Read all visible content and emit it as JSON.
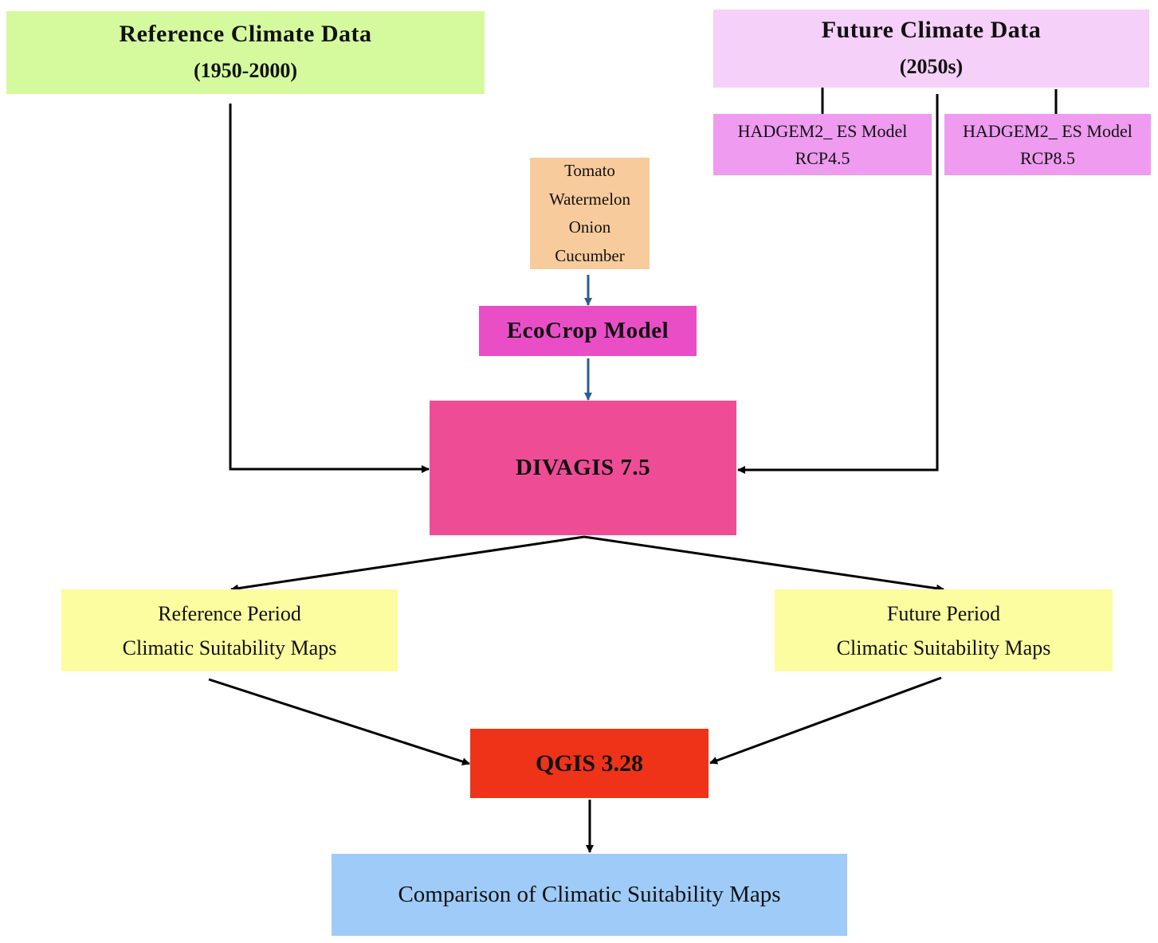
{
  "diagram": {
    "reference_data": {
      "title": "Reference Climate Data",
      "period": "(1950-2000)",
      "color": "#d5fa9e"
    },
    "future_data": {
      "title": "Future Climate Data",
      "period": "(2050s)",
      "color": "#f5d0f8"
    },
    "future_models": [
      {
        "model": "HADGEM2_ ES Model",
        "scenario": "RCP4.5",
        "color": "#ee9bf0"
      },
      {
        "model": "HADGEM2_ ES Model",
        "scenario": "RCP8.5",
        "color": "#ee9bf0"
      }
    ],
    "crops": {
      "items": [
        "Tomato",
        "Watermelon",
        "Onion",
        "Cucumber"
      ],
      "color": "#f7cb9c"
    },
    "ecocrop": {
      "label": "EcoCrop Model",
      "color": "#ea4ec7"
    },
    "divagis": {
      "label": "DIVAGIS 7.5",
      "color": "#ee4d96"
    },
    "reference_maps": {
      "line1": "Reference Period",
      "line2": "Climatic Suitability Maps",
      "color": "#fcfca0"
    },
    "future_maps": {
      "line1": "Future Period",
      "line2": "Climatic Suitability Maps",
      "color": "#fcfca0"
    },
    "qgis": {
      "label": "QGIS 3.28",
      "color": "#ee3318"
    },
    "comparison": {
      "label": "Comparison of Climatic Suitability Maps",
      "color": "#9ecbf7"
    },
    "edges": [
      {
        "from": "reference_data",
        "to": "divagis"
      },
      {
        "from": "future_data",
        "to": "divagis"
      },
      {
        "from": "future_data",
        "to": "future_models.0"
      },
      {
        "from": "future_data",
        "to": "future_models.1"
      },
      {
        "from": "crops",
        "to": "ecocrop"
      },
      {
        "from": "ecocrop",
        "to": "divagis"
      },
      {
        "from": "divagis",
        "to": "reference_maps"
      },
      {
        "from": "divagis",
        "to": "future_maps"
      },
      {
        "from": "reference_maps",
        "to": "qgis"
      },
      {
        "from": "future_maps",
        "to": "qgis"
      },
      {
        "from": "qgis",
        "to": "comparison"
      }
    ],
    "arrow_colors": {
      "main": "#000000",
      "crop_path": "#2a5f86"
    }
  }
}
